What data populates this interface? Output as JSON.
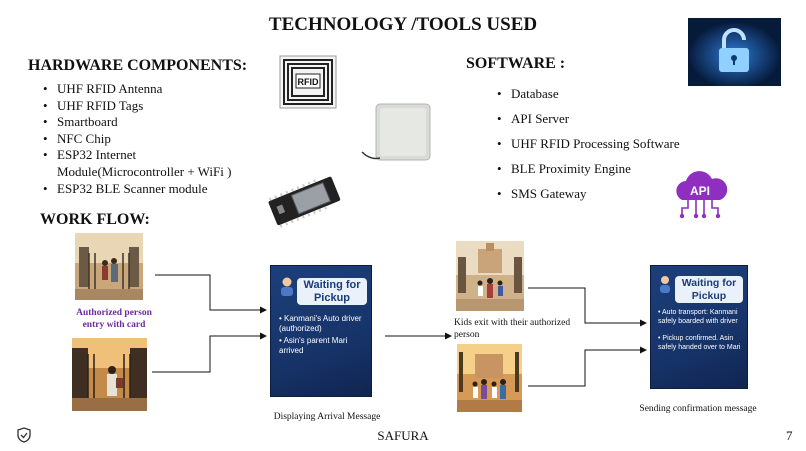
{
  "slide": {
    "title": "TECHNOLOGY /TOOLS USED",
    "footer": "SAFURA",
    "page_number": "7"
  },
  "hardware": {
    "heading": "HARDWARE COMPONENTS:",
    "items": [
      "UHF RFID Antenna",
      "UHF RFID Tags",
      "Smartboard",
      "NFC Chip",
      "ESP32 Internet",
      "Module(Microcontroller + WiFi )",
      "ESP32 BLE Scanner module"
    ]
  },
  "software": {
    "heading": "SOFTWARE :",
    "items": [
      "Database",
      "API Server",
      "UHF RFID Processing Software",
      "BLE Proximity Engine",
      "SMS Gateway"
    ]
  },
  "images": {
    "rfid_label": "RFID",
    "api_label": "API"
  },
  "workflow": {
    "heading": "WORK FLOW:",
    "caption_authorized": "Authorized person entry with card",
    "caption_display": "Displaying Arrival Message",
    "caption_kids": "Kids exit with their authorized person",
    "caption_confirm": "Sending confirmation message",
    "screen1": {
      "header": "Waiting for Pickup",
      "lines": [
        "• Kanmani's Auto driver (authorized)",
        "• Asin's parent Mari arrived"
      ]
    },
    "screen2": {
      "header": "Waiting for Pickup",
      "lines": [
        "• Auto transport: Kanmani safely boarded with driver",
        "• Pickup confirmed. Asin safely handed over to Mari"
      ]
    }
  }
}
